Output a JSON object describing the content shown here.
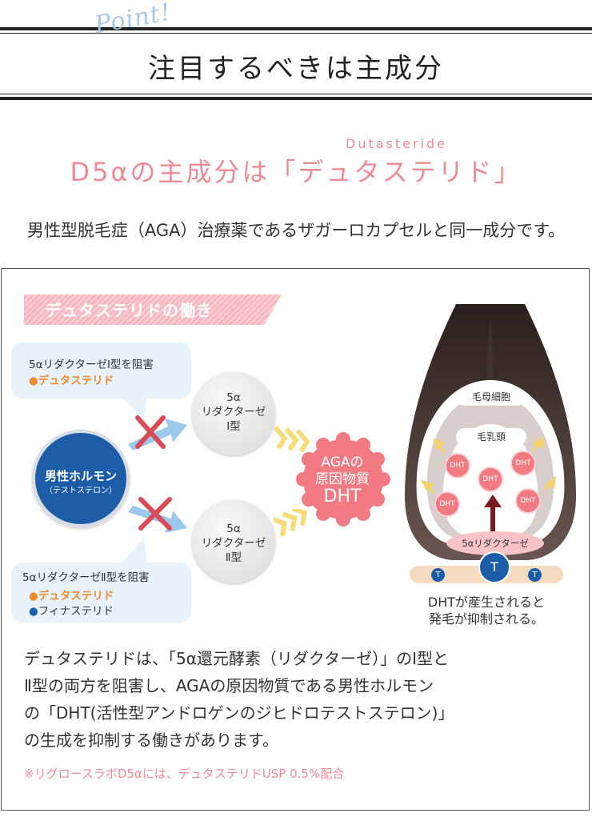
{
  "header": {
    "point_label": "Point!",
    "title": "注目するべきは主成分"
  },
  "subtitle": {
    "ruby": "Dutasteride",
    "title": "D5αの主成分は「デュタステリド」"
  },
  "description": "男性型脱毛症（AGA）治療薬であるザガーロカプセルと同一成分です。",
  "diagram": {
    "ribbon_title": "デュタステリドの働き",
    "bubble1": {
      "title": "5αリダクターゼⅠ型を阻害",
      "items": [
        "●デュタステリド"
      ]
    },
    "bubble2": {
      "title": "5αリダクターゼⅡ型を阻害",
      "items": [
        "●デュタステリド",
        "●フィナステリド"
      ]
    },
    "hormone": {
      "main": "男性ホルモン",
      "sub": "（テストステロン）"
    },
    "enzyme1": [
      "5α",
      "リダクターゼ",
      "Ⅰ型"
    ],
    "enzyme2": [
      "5α",
      "リダクターゼ",
      "Ⅱ型"
    ],
    "aga": {
      "line1": "AGAの",
      "line2": "原因物質",
      "line3": "DHT"
    },
    "follicle": {
      "label_outer": "毛母細胞",
      "label_inner": "毛乳頭",
      "dht": "DHT",
      "reductase": "5αリダクターゼ",
      "t": "T",
      "caption1": "DHTが産生されると",
      "caption2": "発毛が抑制される。"
    },
    "colors": {
      "blue": "#1d5da8",
      "pink": "#ee8a96",
      "orange": "#f08a2c",
      "cross": "#d94b57"
    }
  },
  "body": {
    "lines": [
      "デュタステリドは、「5α還元酵素（リダクターゼ）」のⅠ型と",
      "Ⅱ型の両方を阻害し、AGAの原因物質である男性ホルモン",
      "の「DHT(活性型アンドロゲンのジヒドロテストステロン)」",
      "の生成を抑制する働きがあります。"
    ],
    "note": "※リグロースラボD5αには、デュタステリドUSP 0.5%配合"
  }
}
